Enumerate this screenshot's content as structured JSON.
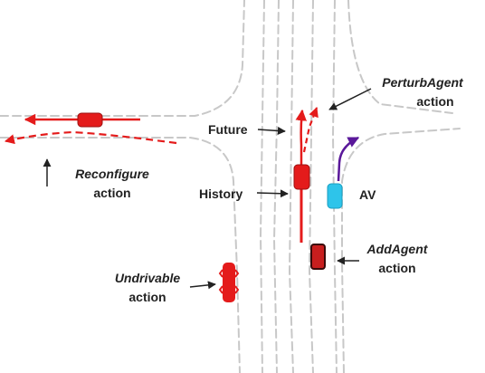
{
  "labels": {
    "future": "Future",
    "history": "History",
    "av": "AV",
    "perturb_name": "PerturbAgent",
    "perturb_action": "action",
    "reconfigure_name": "Reconfigure",
    "reconfigure_action": "action",
    "addagent_name": "AddAgent",
    "addagent_action": "action",
    "undrivable_name": "Undrivable",
    "undrivable_action": "action"
  },
  "colors": {
    "agent_red": "#e41b1b",
    "agent_red_outline": "#9b1010",
    "added_agent_fill": "#c81e1e",
    "added_agent_outline": "#3a0a0a",
    "av_fill": "#2ec4ea",
    "av_path": "#5a189a",
    "road_lines": "#c8c8c8",
    "pointer_arrows": "#222222"
  }
}
